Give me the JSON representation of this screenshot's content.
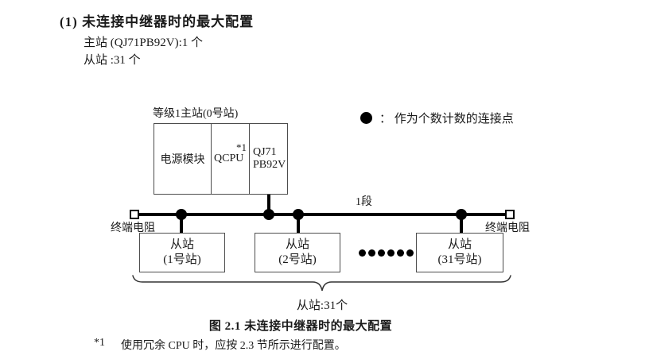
{
  "page": {
    "heading": "(1) 未连接中继器时的最大配置",
    "master_count_line": "主站 (QJ71PB92V):1 个",
    "slave_count_line": "从站 :31 个"
  },
  "diagram": {
    "master_station": {
      "label": "等级1主站(0号站)",
      "cells": {
        "power": "电源模块",
        "cpu": "QCPU",
        "cpu_note": "*1",
        "module_line1": "QJ71",
        "module_line2": "PB92V"
      }
    },
    "legend": {
      "text": "：  作为个数计数的连接点"
    },
    "segment_label": "1段",
    "terminator_left": "终端电阻",
    "terminator_right": "终端电阻",
    "slaves": [
      {
        "line1": "从站",
        "line2": "(1号站)"
      },
      {
        "line1": "从站",
        "line2": "(2号站)"
      },
      {
        "line1": "从站",
        "line2": "(31号站)"
      }
    ],
    "brace_label": "从站:31个"
  },
  "caption": "图 2.1 未连接中继器时的最大配置",
  "footnote": {
    "marker": "*1",
    "text": "使用冗余 CPU 时，应按 2.3 节所示进行配置。"
  },
  "colors": {
    "ink": "#1a1a1a",
    "line": "#000000",
    "box_border": "#4d4d4d",
    "background": "#ffffff"
  }
}
